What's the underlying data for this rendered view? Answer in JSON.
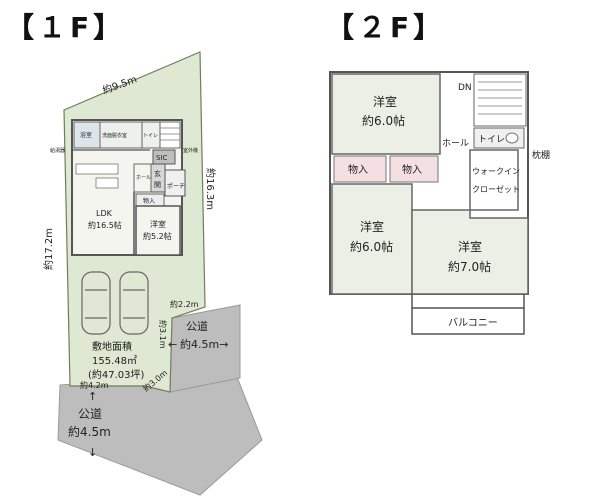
{
  "floor1": {
    "heading": "【１F】",
    "dims": {
      "top": "約9.5m",
      "right": "約16.3m",
      "left": "約17.2m",
      "driveway_right": "約2.2m",
      "corner": "約3.1m",
      "bottom_left": "約4.2m",
      "bottom_right": "約3.0m"
    },
    "rooms": {
      "ldk": "LDK",
      "ldk_size": "約16.5帖",
      "western": "洋室",
      "western_size": "約5.2帖",
      "storage": "物入",
      "entrance_1": "玄",
      "entrance_2": "関",
      "hall": "ホール",
      "porch": "ポーチ",
      "sic": "SIC",
      "bath": "浴室",
      "washroom": "洗面脱衣室",
      "toilet": "トイレ",
      "water_heater": "給湯器",
      "outdoor_unit": "室外機"
    },
    "site_area": {
      "label": "敷地面積",
      "value": "155.48㎡",
      "tsubo": "(約47.03坪)"
    },
    "roads": {
      "right_label": "公道",
      "right_width": "約4.5m→",
      "bottom_label": "公道",
      "bottom_width": "約4.5m",
      "arrow_up": "↑",
      "arrow_down": "↓"
    }
  },
  "floor2": {
    "heading": "【２F】",
    "rooms": {
      "western_a": "洋室",
      "western_a_size": "約6.0帖",
      "western_b": "洋室",
      "western_b_size": "約6.0帖",
      "western_c": "洋室",
      "western_c_size": "約7.0帖",
      "storage_1": "物入",
      "storage_2": "物入",
      "hall": "ホール",
      "toilet": "トイレ",
      "walkin": "ウォークイン",
      "closet": "クローゼット",
      "balcony": "バルコニー",
      "dn": "DN",
      "makurado": "枕棚"
    }
  }
}
